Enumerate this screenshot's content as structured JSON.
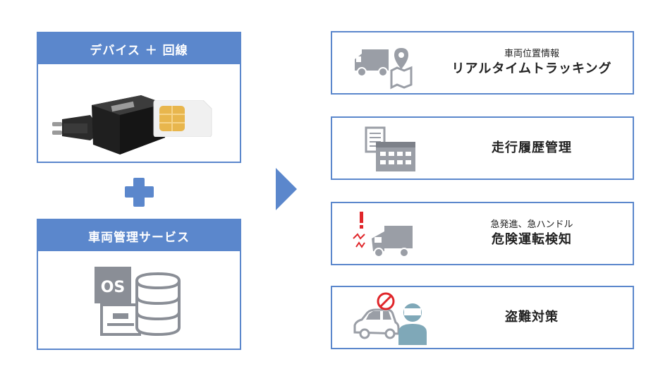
{
  "left_panel": {
    "device_box": {
      "title": "デバイス ＋ 回線",
      "images": [
        "obd-device-icon",
        "sim-card-icon"
      ]
    },
    "service_box": {
      "title": "車両管理サービス",
      "images": [
        "os-database-icon"
      ]
    }
  },
  "features": [
    {
      "subtitle": "車両位置情報",
      "title": "リアルタイムトラッキング",
      "icon": "truck-map-icon"
    },
    {
      "subtitle": "",
      "title": "走行履歴管理",
      "icon": "document-calendar-icon"
    },
    {
      "subtitle": "急発進、急ハンドル",
      "title": "危険運転検知",
      "icon": "truck-alert-icon"
    },
    {
      "subtitle": "",
      "title": "盗難対策",
      "icon": "car-thief-icon"
    }
  ],
  "colors": {
    "accent": "#5b87cc",
    "icon_gray": "#9a9ea6",
    "alert_red": "#e0262a",
    "person_blue": "#7fa8b8"
  }
}
